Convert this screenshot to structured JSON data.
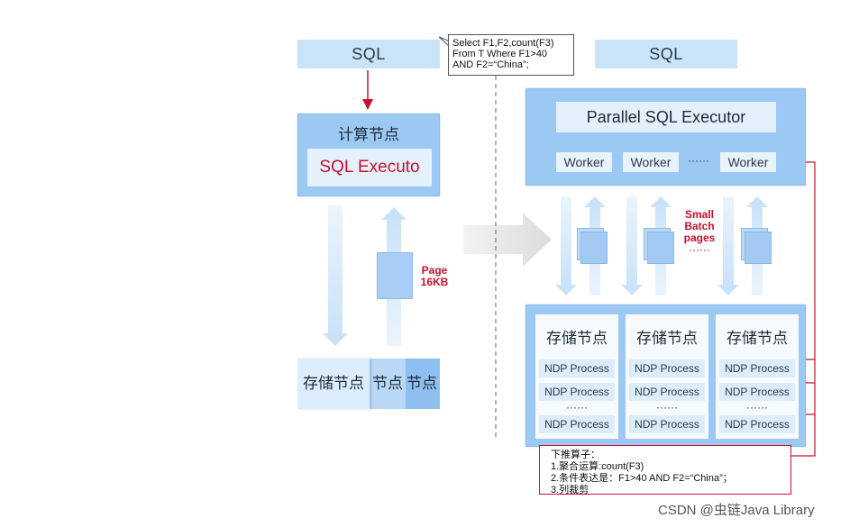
{
  "left": {
    "sql_label": "SQL",
    "compute_node_title": "计算节点",
    "executor_label": "SQL Executo",
    "page_label_line1": "Page",
    "page_label_line2": "16KB",
    "storage_segments": [
      "存储节点",
      "节点",
      "节点"
    ]
  },
  "callout": {
    "line1": "Select F1,F2,count(F3)",
    "line2": "From T Where F1>40",
    "line3": "AND F2=“China”;"
  },
  "right": {
    "sql_label": "SQL",
    "executor_title": "Parallel SQL Executor",
    "workers": [
      "Worker",
      "Worker",
      "Worker"
    ],
    "workers_ellipsis": "······",
    "small_batch_line1": "Small",
    "small_batch_line2": "Batch",
    "small_batch_line3": "pages",
    "small_batch_dots": "······",
    "storage_nodes": [
      {
        "title": "存储节点",
        "processes": [
          "NDP Process",
          "NDP Process",
          "NDP Process"
        ],
        "dots": "······"
      },
      {
        "title": "存储节点",
        "processes": [
          "NDP Process",
          "NDP Process",
          "NDP Process"
        ],
        "dots": "······"
      },
      {
        "title": "存储节点",
        "processes": [
          "NDP Process",
          "NDP Process",
          "NDP Process"
        ],
        "dots": "······"
      }
    ]
  },
  "pushdown": {
    "title": "下推算子：",
    "item1": "1.聚合运算:count(F3)",
    "item2": "2.条件表达是：F1>40 AND F2=“China”；",
    "item3": "3.列裁剪"
  },
  "watermark": "CSDN @虫链Java Library",
  "colors": {
    "accent_red": "#c8102e",
    "node_blue": "#9cc9f3",
    "light_blue": "#c9e3f8"
  }
}
